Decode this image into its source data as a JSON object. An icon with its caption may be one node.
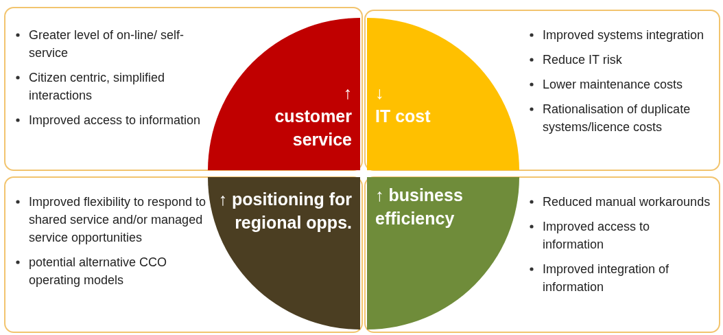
{
  "diagram": {
    "nodes": [
      {
        "text": [
          "Greater level of on-line/ self-service",
          "Citizen centric, simplified interactions",
          "Improved access to information"
        ]
      },
      {
        "text": [
          "Improved systems integration",
          "Reduce IT risk",
          "Lower maintenance costs",
          "Rationalisation of duplicate systems/licence costs"
        ]
      },
      {
        "text": [
          "Improved flexibility to respond to shared service and/or managed service opportunities",
          "potential alternative CCO operating models"
        ]
      },
      {
        "text": [
          "Reduced manual workarounds",
          "Improved access to information",
          "Improved integration of information"
        ]
      },
      {
        "text": [
          "↑",
          "customer service"
        ],
        "in": 0
      },
      {
        "text": [
          "↓",
          "IT cost"
        ],
        "in": 1
      },
      {
        "text": [
          "↑ positioning for regional opps."
        ],
        "in": 2
      },
      {
        "text": [
          "↑ business efficiency"
        ],
        "in": 3
      }
    ]
  }
}
